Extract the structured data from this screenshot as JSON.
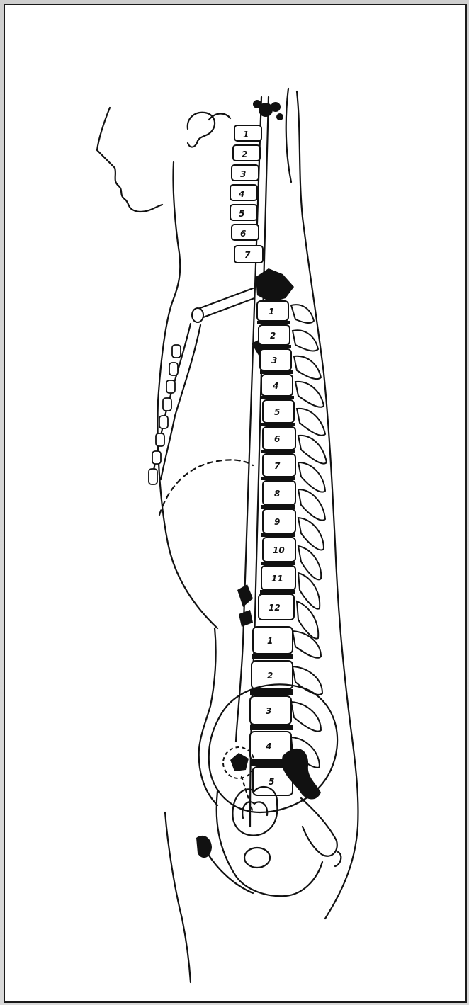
{
  "figure": {
    "description_visible_labels": "vertebra numbers",
    "cervical_labels": [
      "1",
      "2",
      "3",
      "4",
      "5",
      "6",
      "7"
    ],
    "thoracic_labels": [
      "1",
      "2",
      "3",
      "4",
      "5",
      "6",
      "7",
      "8",
      "9",
      "10",
      "11",
      "12"
    ],
    "lumbar_labels": [
      "1",
      "2",
      "3",
      "4",
      "5"
    ]
  },
  "colors": {
    "ink": "#111111",
    "paper": "#ffffff",
    "background_page": "#d4d4d4"
  }
}
